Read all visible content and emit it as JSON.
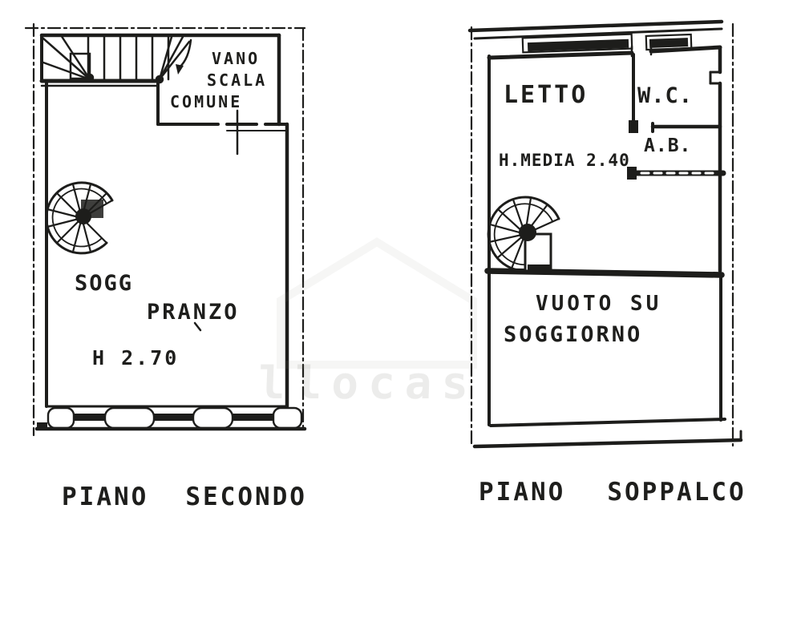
{
  "page": {
    "background": "#ffffff",
    "ink": "#1d1d1b"
  },
  "plans": {
    "left": {
      "caption": {
        "word1": "PIANO",
        "word2": "SECONDO"
      },
      "stairwell_label": {
        "line1": "VANO",
        "line2": "SCALA",
        "line3": "COMUNE"
      },
      "living_label": {
        "line1": "SOGG",
        "line2": "PRANZO"
      },
      "height_label": "H 2.70"
    },
    "right": {
      "caption": {
        "word1": "PIANO",
        "word2": "SOPPALCO"
      },
      "bedroom_label": "LETTO",
      "wc_label": "W.C.",
      "ab_label": "A.B.",
      "height_label": "H.MEDIA 2.40",
      "void_label": {
        "line1": "VUOTO SU",
        "line2": "SOGGIORNO"
      }
    }
  },
  "watermark": {
    "text": "llocas"
  }
}
